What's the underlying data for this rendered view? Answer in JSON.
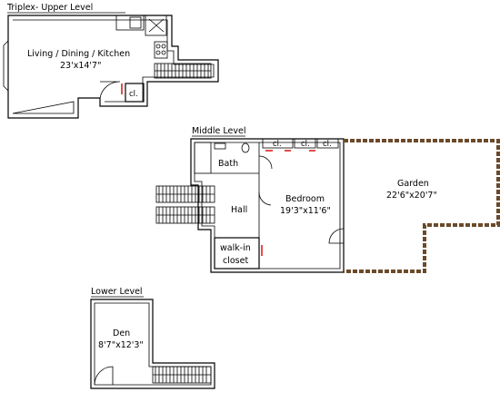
{
  "levels": {
    "upper": {
      "title": "Triplex- Upper Level",
      "room_name": "Living / Dining / Kitchen",
      "room_dims": "23'x14'7\"",
      "closet": "cl."
    },
    "middle": {
      "title": "Middle Level",
      "bath": "Bath",
      "hall": "Hall",
      "bedroom_name": "Bedroom",
      "bedroom_dims": "19'3\"x11'6\"",
      "walkin_line1": "walk-in",
      "walkin_line2": "closet",
      "garden_name": "Garden",
      "garden_dims": "22'6\"x20'7\"",
      "closets": [
        "cl.",
        "cl.",
        "cl."
      ]
    },
    "lower": {
      "title": "Lower Level",
      "den_name": "Den",
      "den_dims": "8'7\"x12'3\""
    }
  },
  "colors": {
    "walls": "#000000",
    "door_marker": "#e02020",
    "garden_border": "#6b4a2a"
  }
}
